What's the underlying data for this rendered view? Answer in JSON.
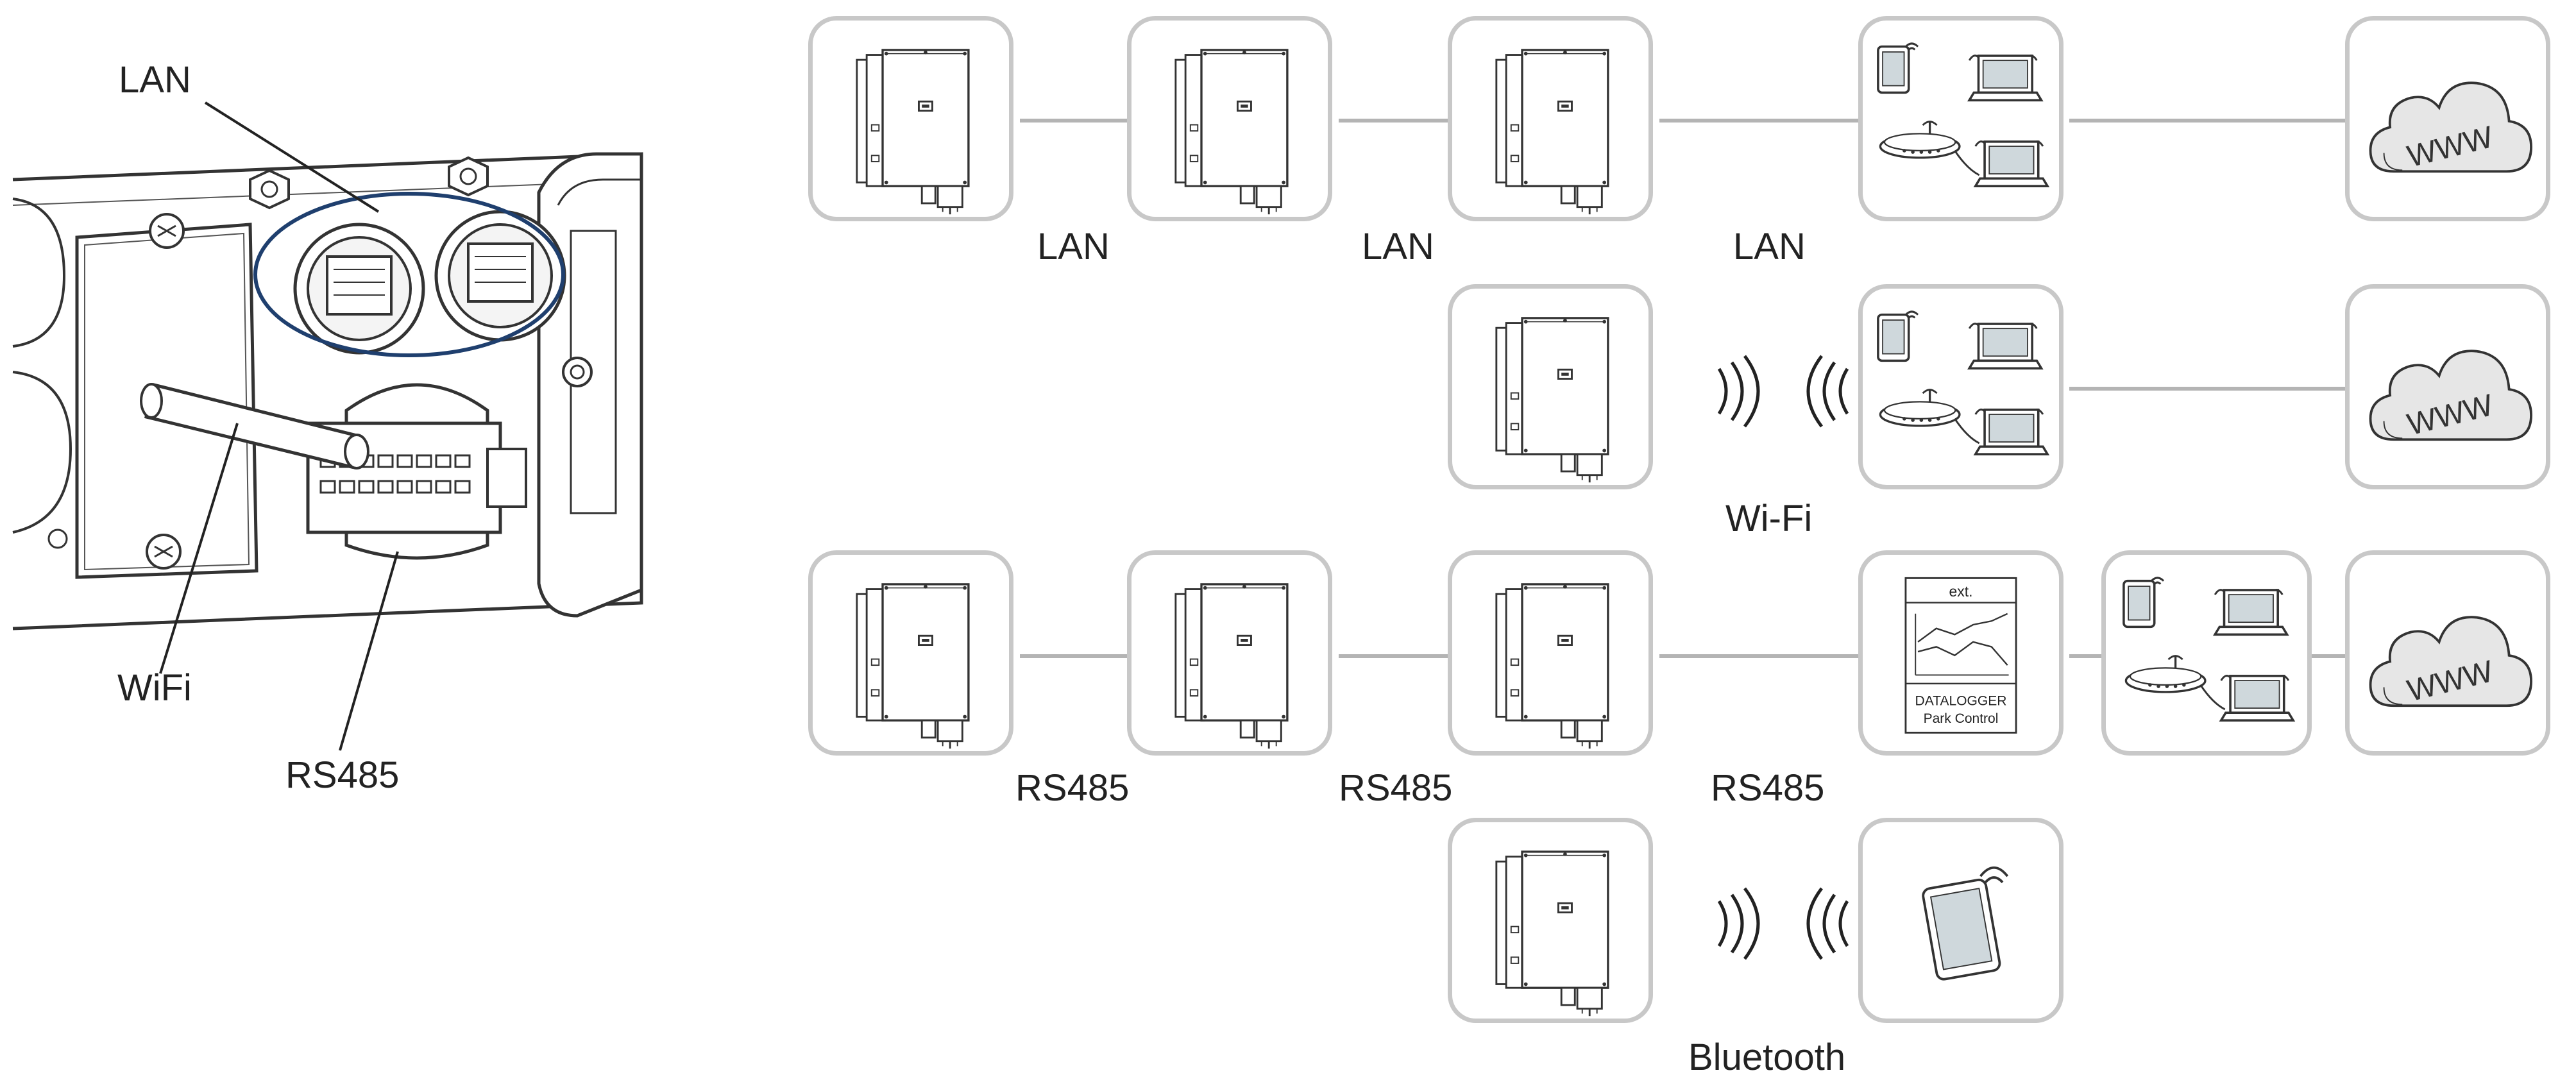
{
  "photo": {
    "lan_label": "LAN",
    "wifi_label": "WiFi",
    "rs485_label": "RS485"
  },
  "rows": {
    "lan": {
      "labels": [
        "LAN",
        "LAN",
        "LAN"
      ],
      "cloud_text": "WWW"
    },
    "wifi": {
      "label": "Wi-Fi",
      "cloud_text": "WWW"
    },
    "rs485": {
      "labels": [
        "RS485",
        "RS485",
        "RS485"
      ],
      "datalogger_top": "ext.",
      "datalogger_line1": "DATALOGGER",
      "datalogger_line2": "Park Control",
      "cloud_text": "WWW"
    },
    "bluetooth": {
      "label": "Bluetooth"
    }
  },
  "colors": {
    "box_border": "#c8c8c8",
    "connector_line": "#b4b4b4",
    "highlight_ellipse": "#1f3f6e",
    "cloud_fill": "#e6e6e6"
  }
}
